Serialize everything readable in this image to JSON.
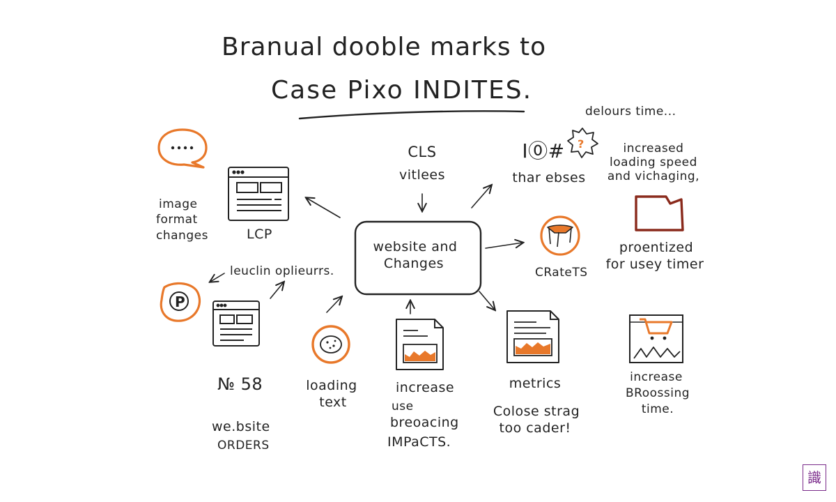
{
  "title": {
    "line1": "Branual dooble marks to",
    "line2": "Case Pixo INDITES."
  },
  "center_node": {
    "line1": "website and",
    "line2": "Changes"
  },
  "nodes": {
    "image_format": {
      "line1": "image",
      "line2": "format",
      "line3": "changes"
    },
    "lcp": {
      "label": "LCP"
    },
    "cls": {
      "line1": "CLS",
      "line2": "vitlees"
    },
    "io": {
      "code": "I⓪#",
      "label": "thar ebses"
    },
    "delours": {
      "label": "delours time..."
    },
    "increased_loading": {
      "line1": "increased",
      "line2": "loading speed",
      "line3": "and vichaging,"
    },
    "proentized": {
      "line1": "proentized",
      "line2": "for usey timer"
    },
    "cratets": {
      "label": "CRateTS"
    },
    "leuclin": {
      "label": "leuclin oplieurrs."
    },
    "website_orders": {
      "code": "№ 58",
      "line1": "we.bsite",
      "line2": "ORDERS"
    },
    "loading_text": {
      "line1": "loading",
      "line2": "text"
    },
    "increase_use": {
      "line1": "increase",
      "line2": "use",
      "line3": "breoacing",
      "line4": "IMPaCTS."
    },
    "metrics": {
      "line1": "metrics",
      "line2": "Colose strag",
      "line3": "too cader!"
    },
    "increase_browsing": {
      "line1": "increase",
      "line2": "BRoossing",
      "line3": "time."
    }
  },
  "icons": {
    "speech": "speech-bubble-icon",
    "browser_top": "browser-window-icon",
    "browser_bottom": "browser-window-icon",
    "p_badge": "p-badge-icon",
    "question_burst": "question-burst-icon",
    "folder": "folder-icon",
    "bowl": "bowl-icon",
    "cookie": "cookie-icon",
    "doc_center": "document-chart-icon",
    "doc_right": "document-chart-icon",
    "cart": "shopping-cart-icon"
  },
  "stamp": {
    "glyph": "識"
  },
  "colors": {
    "accent": "#e8782a",
    "ink": "#222222",
    "dark_red": "#8a2a1c",
    "stamp": "#7a2a8a"
  }
}
